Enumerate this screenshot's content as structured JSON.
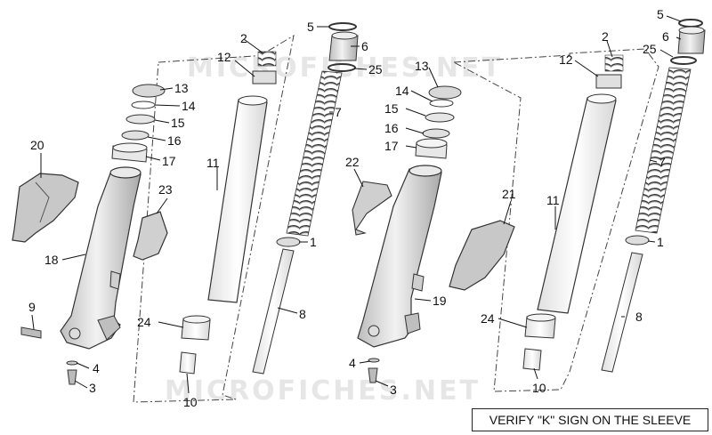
{
  "watermark": "MICROFICHES.NET",
  "note": "VERIFY \"K\" SIGN ON THE SLEEVE",
  "colors": {
    "part_fill": "#d9d9d9",
    "outline": "#333333",
    "leader": "#111111"
  },
  "left_assembly_callouts": [
    "1",
    "2",
    "3",
    "4",
    "5",
    "6",
    "7",
    "8",
    "9",
    "10",
    "11",
    "12",
    "13",
    "14",
    "15",
    "16",
    "17",
    "18",
    "20",
    "23",
    "24",
    "25"
  ],
  "right_assembly_callouts": [
    "1",
    "2",
    "3",
    "4",
    "5",
    "6",
    "7",
    "8",
    "10",
    "11",
    "12",
    "13",
    "14",
    "15",
    "16",
    "17",
    "19",
    "21",
    "22",
    "24",
    "25"
  ]
}
